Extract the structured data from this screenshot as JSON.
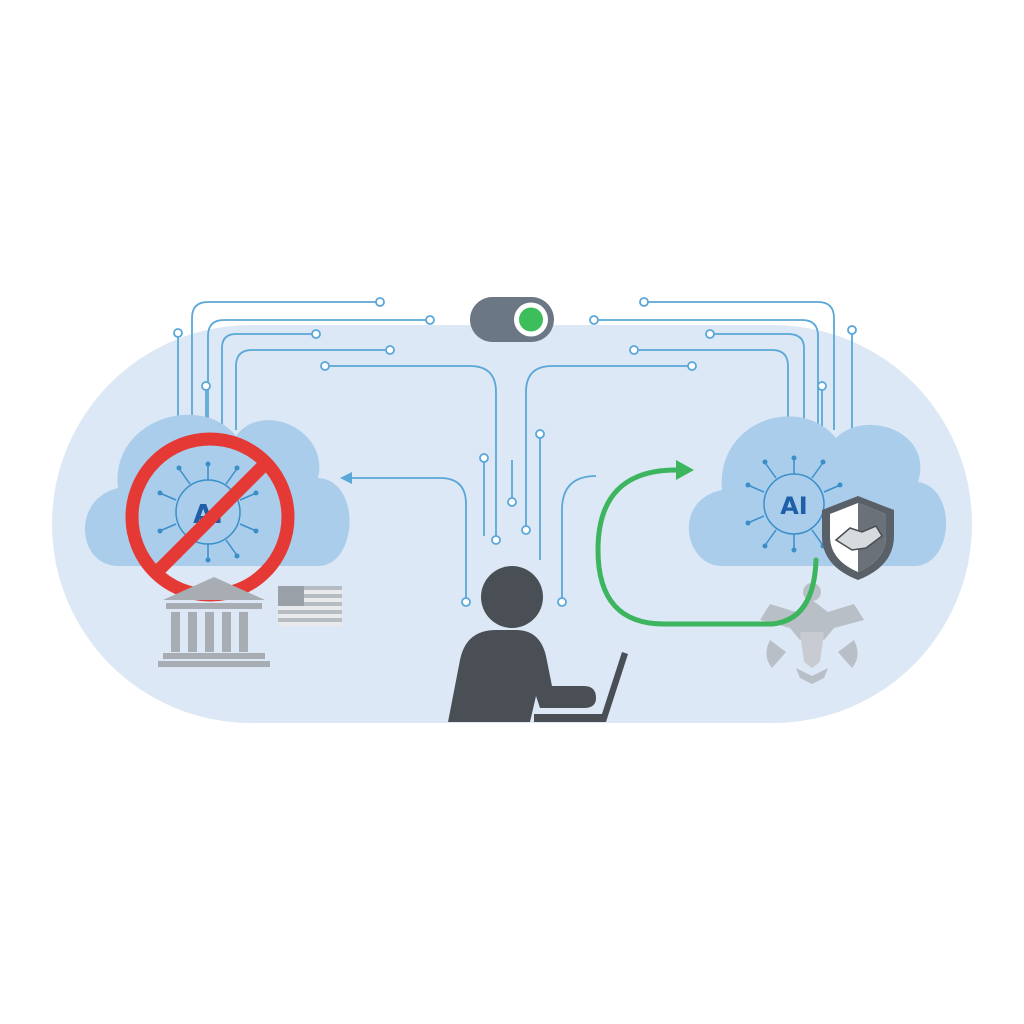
{
  "colors": {
    "background": "#ffffff",
    "capsule": "#dce8f5",
    "cloud": "#a9cdeb",
    "circuit": "#5aa7d8",
    "ban": "#e53935",
    "switch_track": "#6b7785",
    "switch_on": "#3cbf5a",
    "flow_arrow": "#3cb55e",
    "person": "#4a4f55",
    "ai_label": "#1f5fa8",
    "institution_grey": "#a8adb3"
  },
  "left_cloud": {
    "chip_label": "AI",
    "status": "blocked"
  },
  "right_cloud": {
    "chip_label": "AI",
    "status": "allowed"
  },
  "switch": {
    "state": "on"
  },
  "icons": {
    "left_ai_chip": "circuit-brain-icon",
    "ban_overlay": "prohibited-icon",
    "government_building": "government-building-icon",
    "flag": "us-flag-icon",
    "toggle": "toggle-switch-icon",
    "user": "person-at-laptop-icon",
    "redirect": "curved-arrow-icon",
    "right_ai_chip": "circuit-brain-icon",
    "trust_shield": "handshake-shield-icon",
    "seal": "eagle-seal-icon"
  }
}
